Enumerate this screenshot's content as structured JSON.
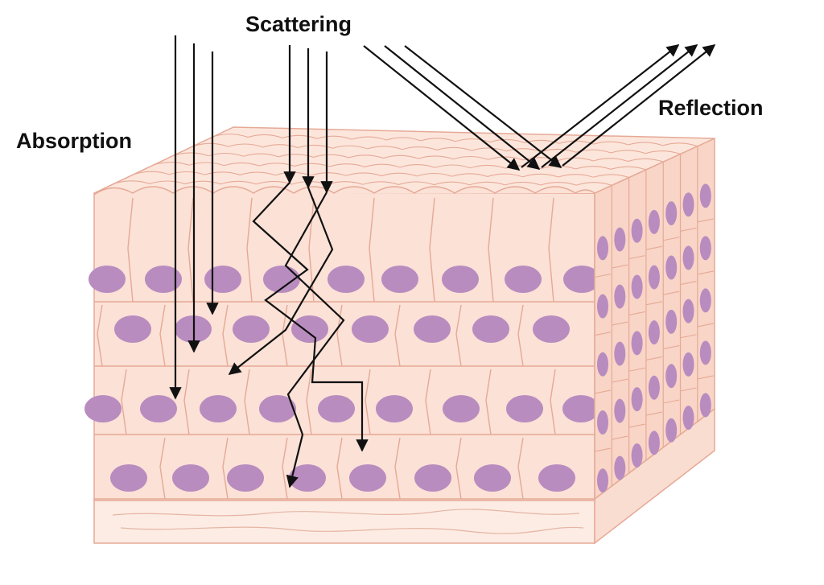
{
  "labels": {
    "scattering": "Scattering",
    "reflection": "Reflection",
    "absorption": "Absorption"
  },
  "colors": {
    "cell_fill": "#fbe1d6",
    "cell_fill_side": "#f8d5c7",
    "cell_outline": "#e6a996",
    "top_fill": "#fce6dc",
    "nucleus": "#b98cbf",
    "arrow": "#111111",
    "base_fill": "#fcece4"
  },
  "icons": {
    "arrow_head": "arrowhead-icon",
    "nucleus": "nucleus-icon"
  }
}
